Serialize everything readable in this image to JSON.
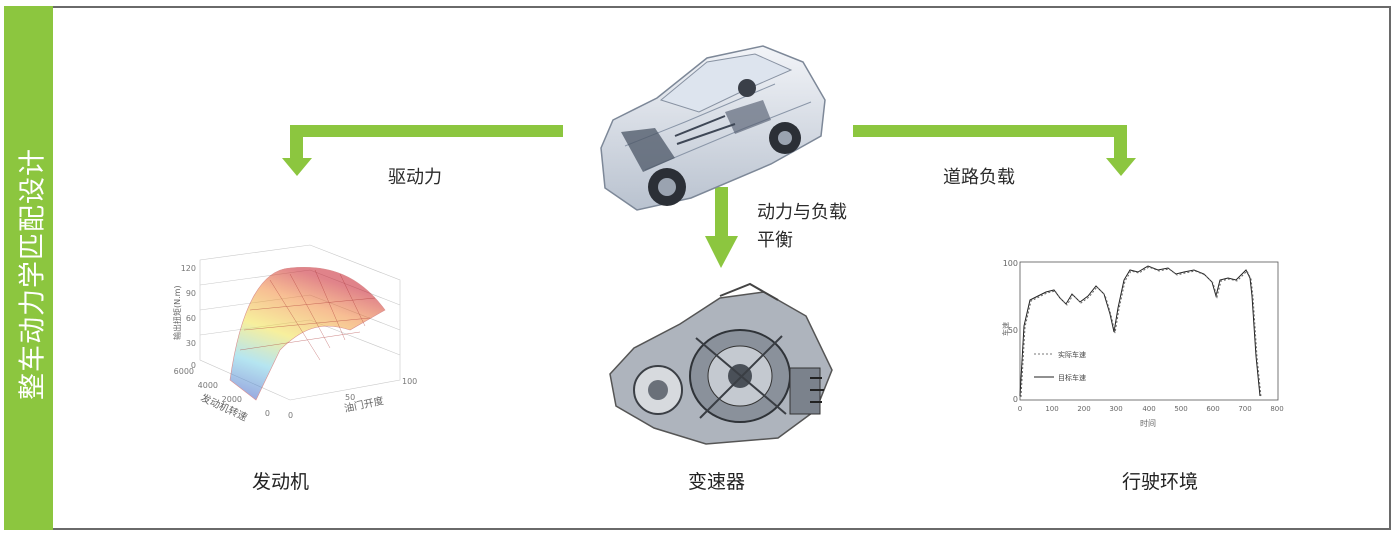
{
  "sidebar": {
    "title": "整车动力学匹配设计"
  },
  "colors": {
    "accent": "#8cc63f",
    "frame": "#6a6a6a"
  },
  "arrows": {
    "left_label": "驱动力",
    "right_label": "道路负载",
    "center_label_line1": "动力与负载",
    "center_label_line2": "平衡"
  },
  "nodes": {
    "vehicle": {
      "icon": "car-cutaway-image"
    },
    "engine": {
      "label": "发动机",
      "icon": "engine-torque-surface-plot"
    },
    "transmission": {
      "label": "变速器",
      "icon": "transmission-cutaway-image"
    },
    "driving_env": {
      "label": "行驶环境",
      "icon": "speed-time-line-plot"
    }
  },
  "engine_plot": {
    "z_ticks": [
      "120",
      "90",
      "60",
      "30",
      "0"
    ],
    "z_label": "输出扭矩(N.m)",
    "x_ticks": [
      "6000",
      "4000",
      "2000",
      "0"
    ],
    "x_label": "发动机转速",
    "y_ticks": [
      "0",
      "50",
      "100"
    ],
    "y_label": "油门开度"
  },
  "speed_plot": {
    "y_ticks": [
      "100",
      "50",
      "0"
    ],
    "y_label": "车速",
    "x_ticks": [
      "0",
      "100",
      "200",
      "300",
      "400",
      "500",
      "600",
      "700",
      "800"
    ],
    "x_label": "时间",
    "legend": [
      "实际车速",
      "目标车速"
    ]
  }
}
